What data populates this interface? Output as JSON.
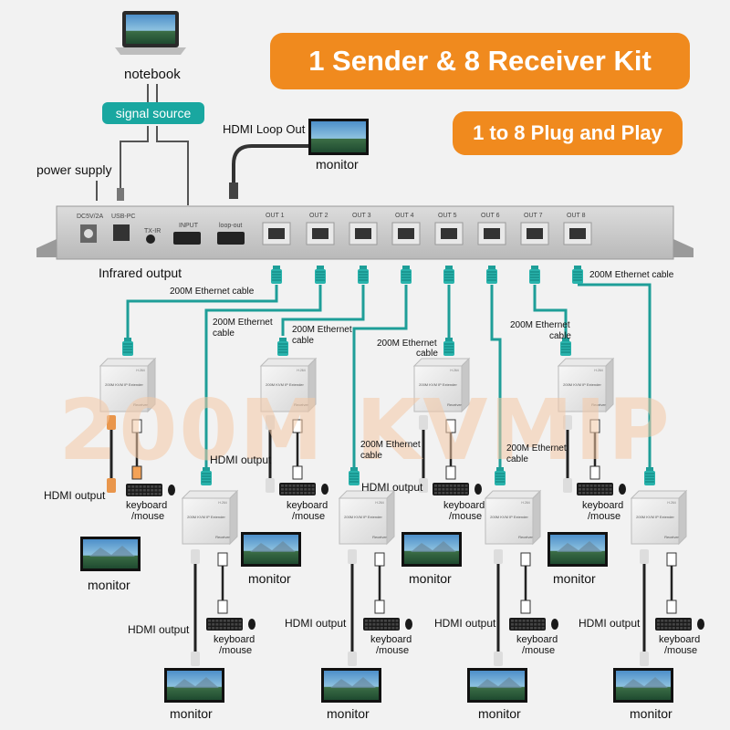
{
  "title_banner": "1 Sender & 8 Receiver Kit",
  "subtitle_banner": "1 to 8 Plug and Play",
  "watermark": "200M KVMIP",
  "source": {
    "notebook": "notebook",
    "signal_source": "signal source",
    "power_supply": "power supply",
    "hdmi_loop_out": "HDMI Loop Out",
    "loop_monitor": "monitor",
    "infrared_output": "Infrared output"
  },
  "sender_ports": {
    "dc": "DC5V/2A",
    "usb": "USB-PC",
    "txir": "TX-IR",
    "input": "INPUT",
    "loop": "loop-out",
    "outs": [
      "OUT 1",
      "OUT 2",
      "OUT 3",
      "OUT 4",
      "OUT 5",
      "OUT 6",
      "OUT 7",
      "OUT 8"
    ]
  },
  "cable_label": "200M Ethernet cable",
  "cable_label_2": "200M Ethernet",
  "cable_label_3": "cable",
  "receiver_label": "200M KVM IP Extender",
  "receiver_sub": "Receiver",
  "receiver_brand": "H.264",
  "hdmi_output": "HDMI output",
  "keyboard_mouse_1": "keyboard",
  "keyboard_mouse_2": "/mouse",
  "monitor": "monitor",
  "colors": {
    "orange": "#f08a1e",
    "teal": "#19a7a0",
    "cable": "#1e9e98"
  }
}
